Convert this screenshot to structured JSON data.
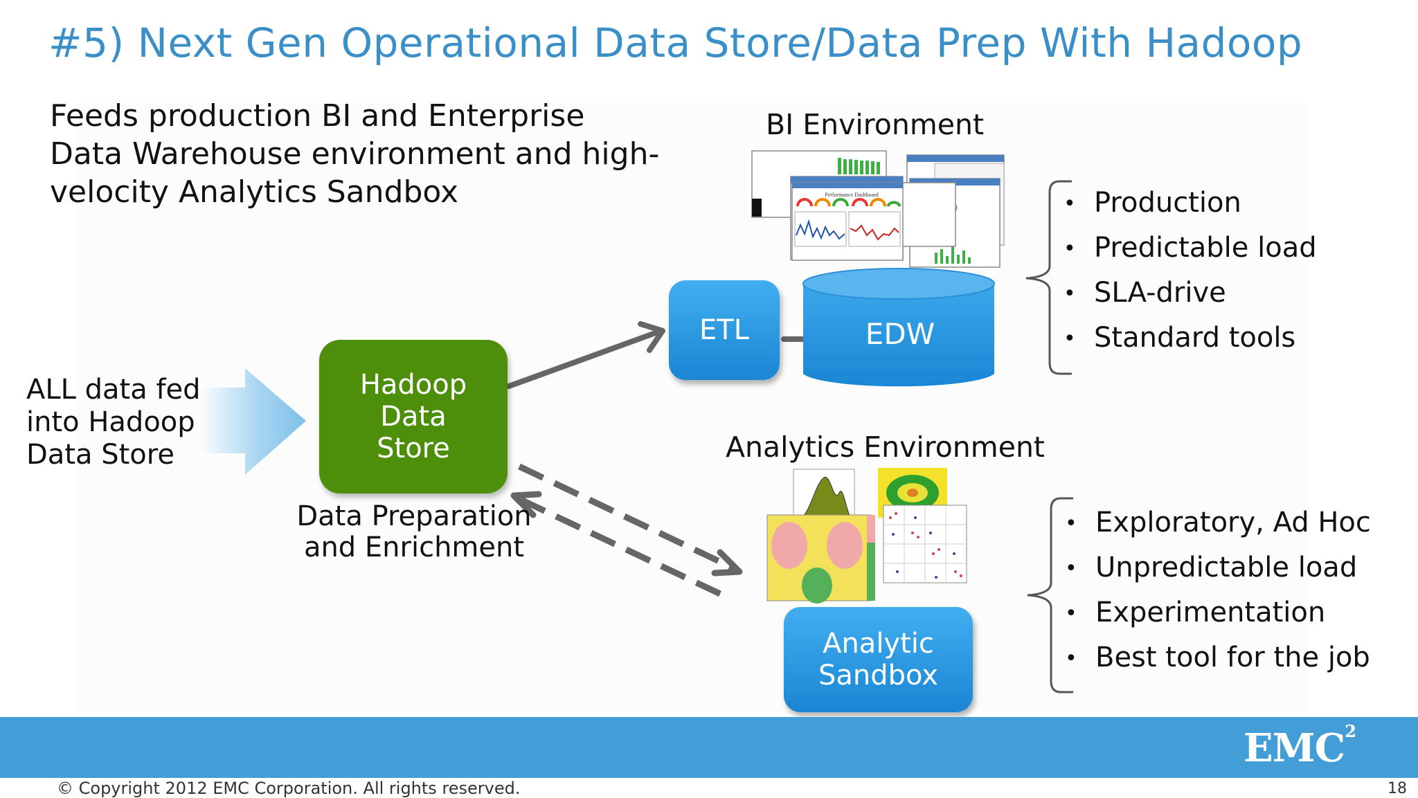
{
  "slide": {
    "title": "#5) Next Gen Operational Data Store/Data Prep With Hadoop",
    "intro_lines": [
      "Feeds production BI and Enterprise",
      "Data Warehouse environment and high-",
      "velocity Analytics Sandbox"
    ]
  },
  "diagram": {
    "input_label_lines": [
      "ALL data fed",
      "into Hadoop",
      "Data Store"
    ],
    "hadoop_box_lines": [
      "Hadoop",
      "Data",
      "Store"
    ],
    "prep_label_lines": [
      "Data Preparation",
      "and Enrichment"
    ],
    "etl_label": "ETL",
    "edw_label": "EDW",
    "bi_env_label": "BI Environment",
    "analytics_env_label": "Analytics Environment",
    "sandbox_lines": [
      "Analytic",
      "Sandbox"
    ],
    "colors": {
      "hadoop_green": "#4d8f0a",
      "box_blue": "#1a86d4",
      "arrow_gray": "#666666",
      "input_arrow_blue": "#7fbfe8"
    }
  },
  "bi_bullets": [
    "Production",
    "Predictable load",
    "SLA-drive",
    "Standard tools"
  ],
  "analytics_bullets": [
    "Exploratory, Ad Hoc",
    "Unpredictable load",
    "Experimentation",
    "Best tool for the job"
  ],
  "footer": {
    "logo_text": "EMC",
    "logo_superscript": "2",
    "copyright": "© Copyright 2012 EMC Corporation. All rights reserved.",
    "page_number": "18"
  }
}
